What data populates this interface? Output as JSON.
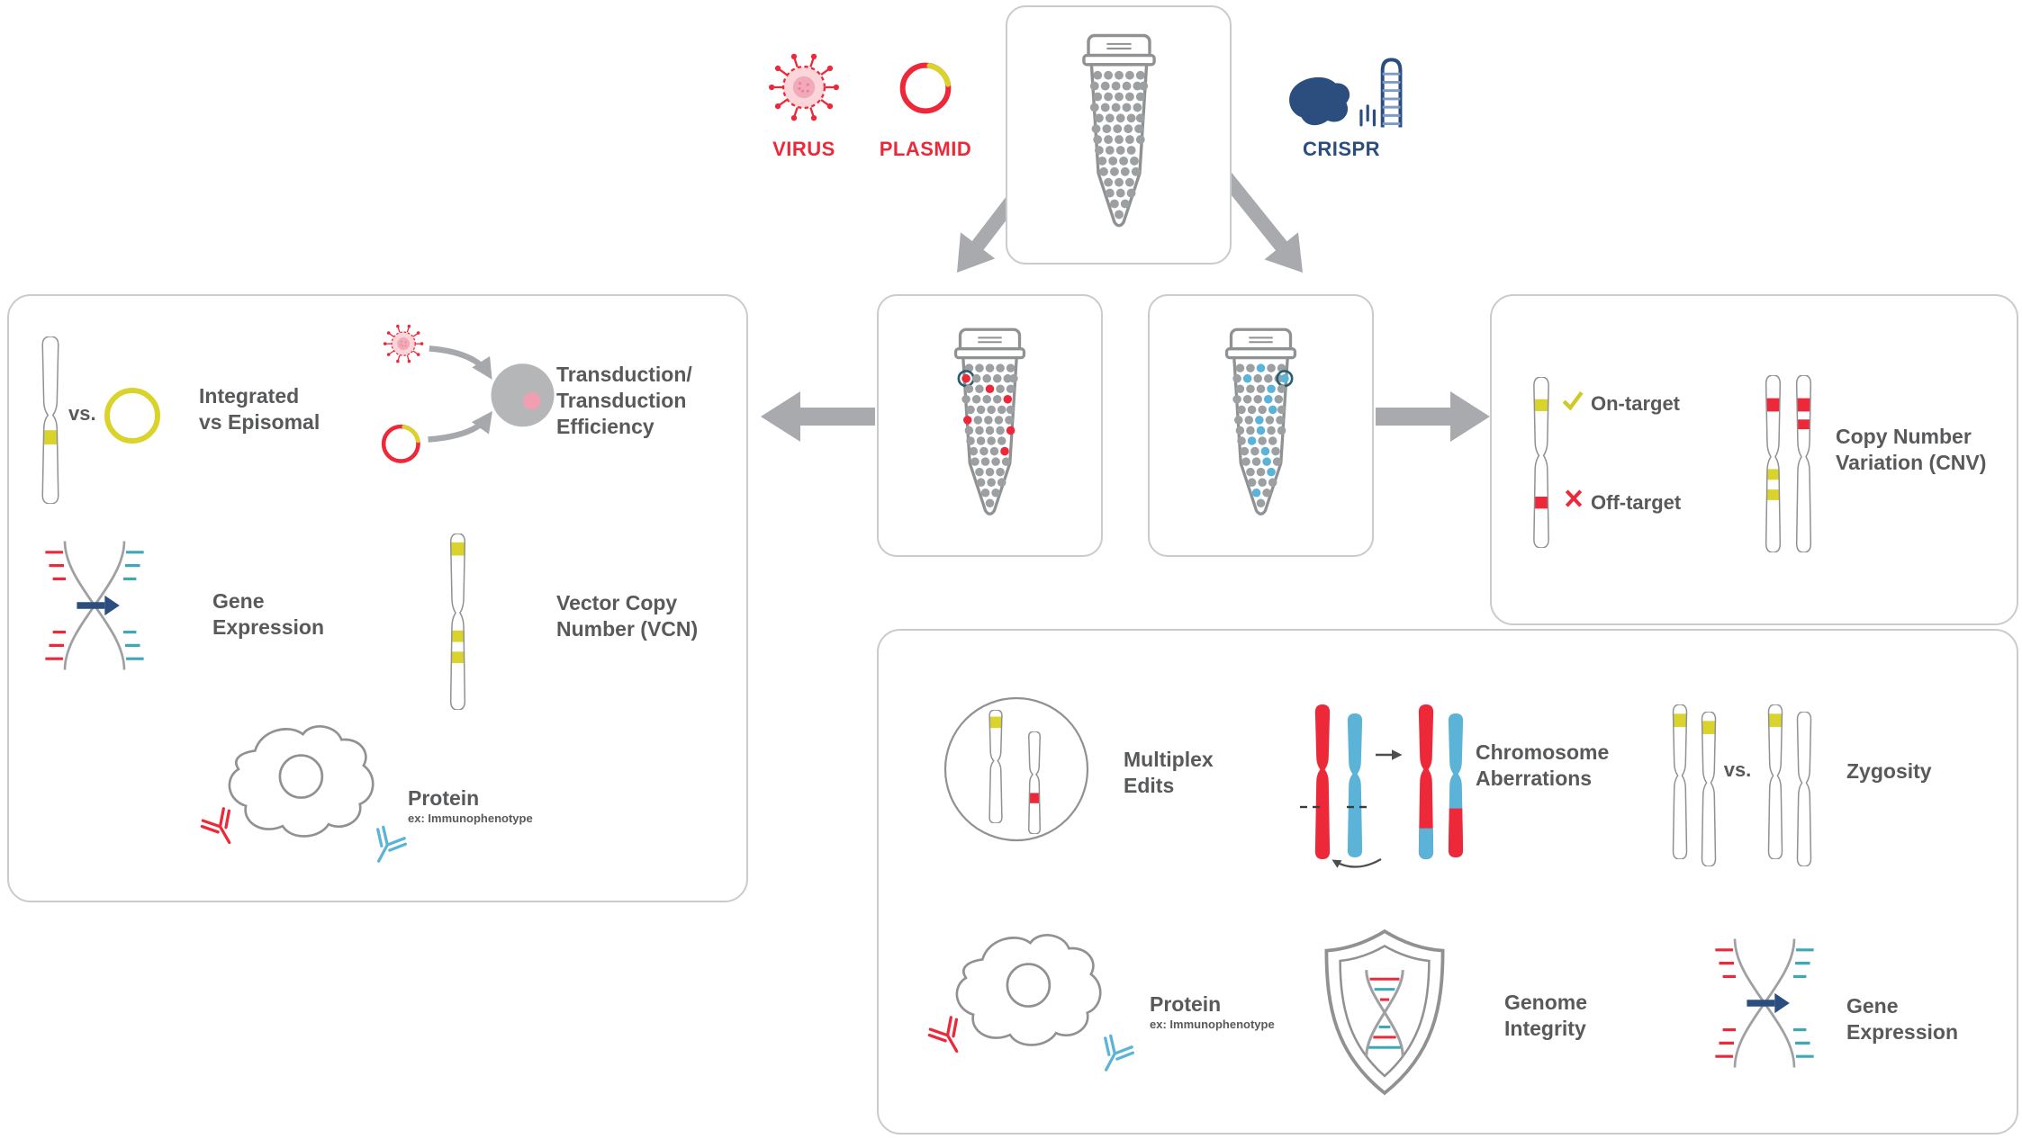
{
  "colors": {
    "red": "#ed2939",
    "yellow_green": "#d9d32c",
    "navy": "#2b4e7f",
    "light_blue": "#5bb4d8",
    "teal": "#3fa8b8",
    "gray_outline": "#8f9193",
    "gray_dot": "#9da0a2",
    "arrow_gray": "#a8aaad",
    "text_gray": "#58595b",
    "panel_border": "#c9cbcc"
  },
  "top": {
    "virus_label": "VIRUS",
    "plasmid_label": "PLASMID",
    "crispr_label": "CRISPR"
  },
  "left_panel": {
    "integrated_vs": "vs.",
    "integrated_title": "Integrated\nvs Episomal",
    "transduction_title": "Transduction/\nTransduction\nEfficiency",
    "gene_expression_title": "Gene\nExpression",
    "vcn_title": "Vector Copy\nNumber (VCN)",
    "protein_title": "Protein",
    "protein_subtitle": "ex: Immunophenotype"
  },
  "right_top_panel": {
    "on_target_label": "On-target",
    "off_target_label": "Off-target",
    "cnv_title": "Copy Number\nVariation (CNV)"
  },
  "right_bottom_panel": {
    "multiplex_title": "Multiplex\nEdits",
    "aberrations_title": "Chromosome\nAberrations",
    "zygosity_vs": "vs.",
    "zygosity_title": "Zygosity",
    "protein_title": "Protein",
    "protein_subtitle": "ex: Immunophenotype",
    "genome_integrity_title": "Genome\nIntegrity",
    "gene_expression_title": "Gene\nExpression"
  }
}
